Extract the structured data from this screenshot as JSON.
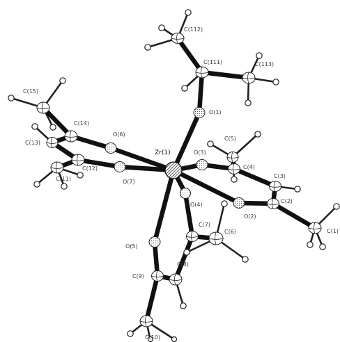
{
  "structure": {
    "labels": {
      "zr1": "Zr(1)",
      "o1": "O(1)",
      "o2": "O(2)",
      "o3": "O(3)",
      "o4": "O(4)",
      "o5": "O(5)",
      "o6": "O(6)",
      "o7": "O(7)",
      "c1": "C(1)",
      "c2": "C(2)",
      "c3": "C(3)",
      "c4": "C(4)",
      "c5": "C(5)",
      "c6": "C(6)",
      "c7": "C(7)",
      "c8": "C(8)",
      "c9": "C(9)",
      "c10": "C(10)",
      "c11": "C(11)",
      "c12": "C(12)",
      "c13": "C(13)",
      "c14": "C(14)",
      "c15": "C(15)",
      "c111": "C(111)",
      "c112": "C(112)",
      "c113": "C(113)"
    },
    "colors": {
      "bond": "#111111",
      "atom_outline": "#222222",
      "label": "#3a3a3a"
    }
  }
}
